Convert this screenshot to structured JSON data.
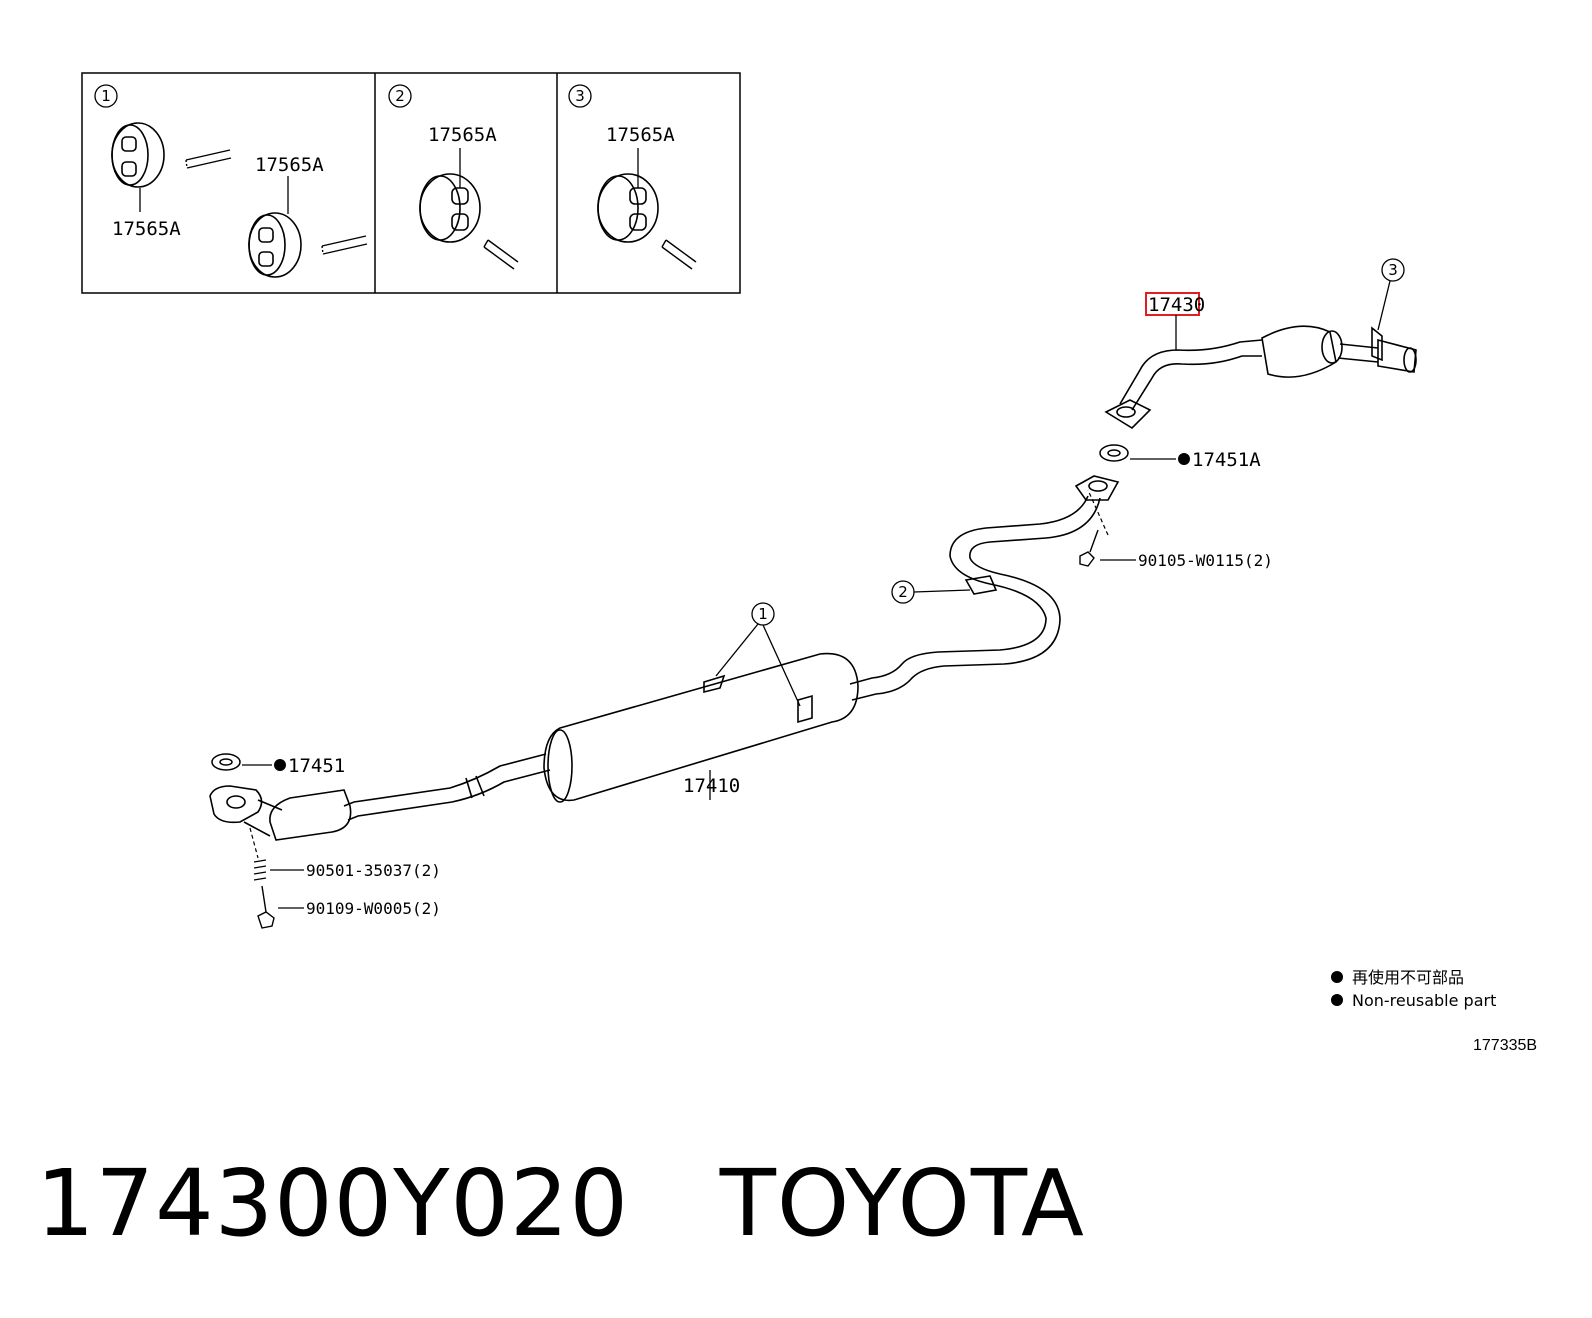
{
  "inset": {
    "panel_1": {
      "number": "1",
      "part_top": "17565A",
      "part_bottom": "17565A"
    },
    "panel_2": {
      "number": "2",
      "part": "17565A"
    },
    "panel_3": {
      "number": "3",
      "part": "17565A"
    }
  },
  "parts": {
    "tail_pipe": "17430",
    "gasket_a": "17451A",
    "bolt_a": "90105-W0115(2)",
    "center_pipe": "17410",
    "gasket": "17451",
    "spring": "90501-35037(2)",
    "bolt": "90109-W0005(2)"
  },
  "callouts": {
    "c1": "1",
    "c2": "2",
    "c3": "3"
  },
  "legend": {
    "line_jp": "再使用不可部品",
    "line_en": "Non-reusable part"
  },
  "figure_code": "177335B",
  "bottom_title": "174300Y020   TOYOTA",
  "colors": {
    "highlight": "#e02020",
    "line": "#000000"
  }
}
